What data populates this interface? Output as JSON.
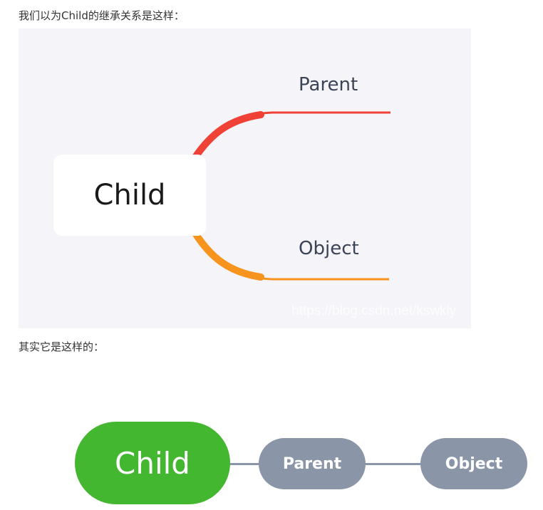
{
  "intro_text": "我们以为Child的继承关系是这样：",
  "actual_text": "其实它是这样的：",
  "mindmap": {
    "center": "Child",
    "branches": [
      {
        "label": "Parent",
        "color": "#ef4136"
      },
      {
        "label": "Object",
        "color": "#f7941d"
      }
    ],
    "background": "#f4f4f9",
    "watermark": "https://blog.csdn.net/kswkly"
  },
  "chain": {
    "nodes": [
      {
        "label": "Child",
        "color": "#44b731"
      },
      {
        "label": "Parent",
        "color": "#8b95a8"
      },
      {
        "label": "Object",
        "color": "#8b95a8"
      }
    ],
    "connector_color": "#8b95a8"
  }
}
